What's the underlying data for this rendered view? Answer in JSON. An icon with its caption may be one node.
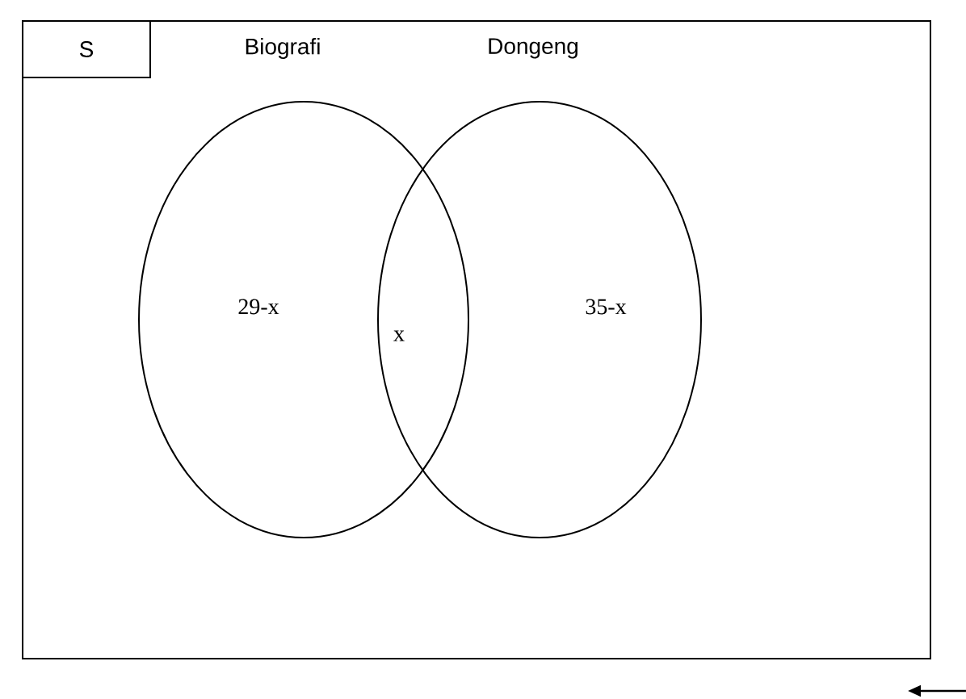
{
  "diagram": {
    "nodes": [
      {
        "text": [],
        "shape": "box"
      },
      {
        "text": [
          "S"
        ],
        "in": 0
      },
      {
        "text": [
          "Biografi",
          "29-x"
        ],
        "in": 0
      },
      {
        "text": [
          "Dongeng",
          "35-x"
        ],
        "in": 0
      }
    ],
    "labels": [
      "x"
    ]
  }
}
